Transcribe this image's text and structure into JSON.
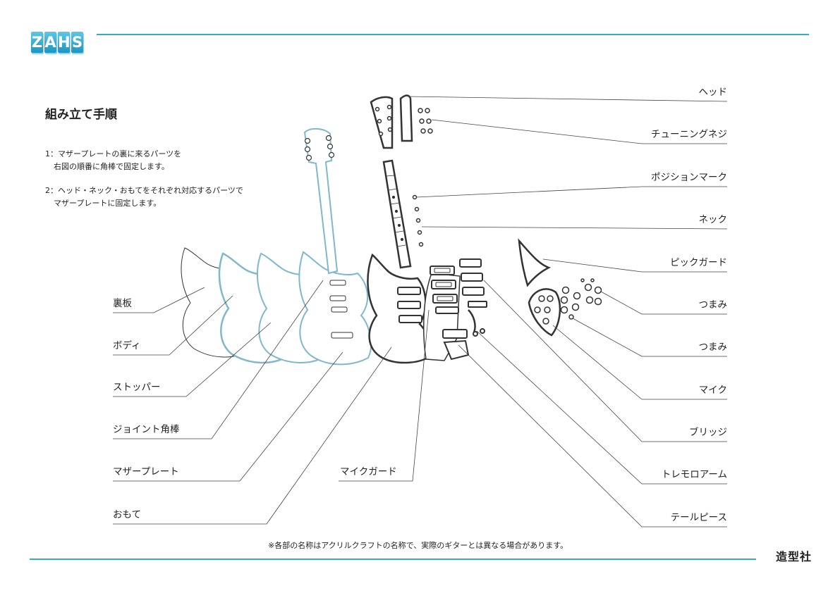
{
  "header": {
    "logo_letters": [
      "Z",
      "A",
      "H",
      "S"
    ]
  },
  "title": "組み立て手順",
  "steps": [
    {
      "line1": "1：マザープレートの裏に来るパーツを",
      "line2": "右図の順番に角棒で固定します。"
    },
    {
      "line1": "2：ヘッド・ネック・おもてをそれぞれ対応するパーツで",
      "line2": "マザープレートに固定します。"
    }
  ],
  "left_labels": [
    "裏板",
    "ボディ",
    "ストッパー",
    "ジョイント角棒",
    "マザープレート",
    "おもて"
  ],
  "center_label": "マイクガード",
  "right_labels": [
    "ヘッド",
    "チューニングネジ",
    "ポジションマーク",
    "ネック",
    "ピックガード",
    "つまみ",
    "つまみ",
    "マイク",
    "ブリッジ",
    "トレモロアーム",
    "テールピース"
  ],
  "footer": {
    "note": "※各部の名称はアクリルクラフトの名称で、実際のギターとは異なる場合があります。",
    "brand": "造型社"
  },
  "colors": {
    "accent": "#3aa7cf",
    "logo": "#1d95c4",
    "plate_outline": "#7fb8cc"
  }
}
